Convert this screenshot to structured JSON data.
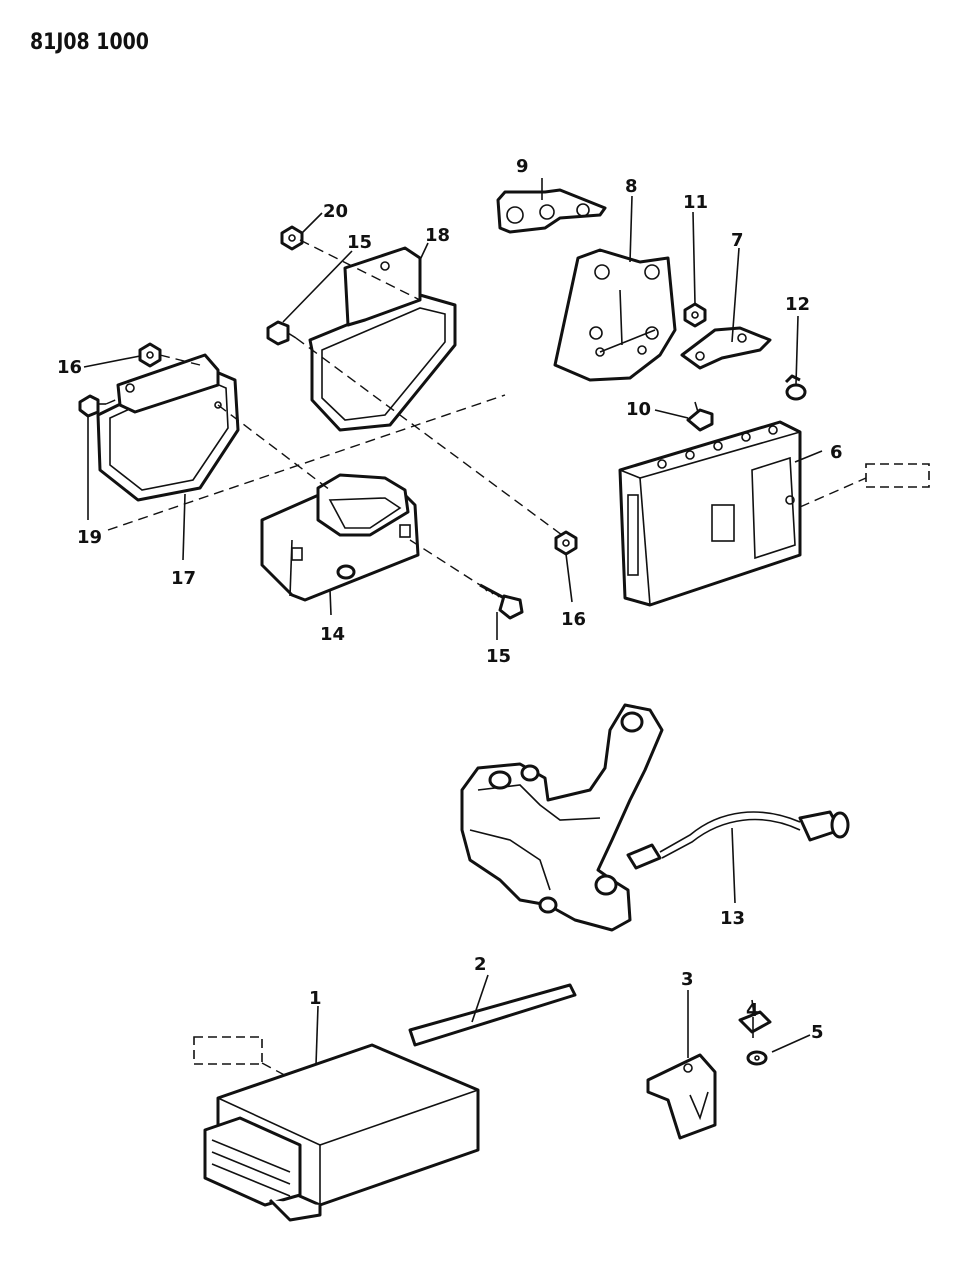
{
  "header": {
    "document_code": "81J08 1000"
  },
  "callouts": [
    {
      "id": "c1",
      "label": "1"
    },
    {
      "id": "c2",
      "label": "2"
    },
    {
      "id": "c3",
      "label": "3"
    },
    {
      "id": "c4",
      "label": "4"
    },
    {
      "id": "c5",
      "label": "5"
    },
    {
      "id": "c6",
      "label": "6"
    },
    {
      "id": "c7",
      "label": "7"
    },
    {
      "id": "c8",
      "label": "8"
    },
    {
      "id": "c9",
      "label": "9"
    },
    {
      "id": "c10",
      "label": "10"
    },
    {
      "id": "c11",
      "label": "11"
    },
    {
      "id": "c12",
      "label": "12"
    },
    {
      "id": "c13",
      "label": "13"
    },
    {
      "id": "c14",
      "label": "14"
    },
    {
      "id": "c15a",
      "label": "15"
    },
    {
      "id": "c15b",
      "label": "15"
    },
    {
      "id": "c16a",
      "label": "16"
    },
    {
      "id": "c16b",
      "label": "16"
    },
    {
      "id": "c17",
      "label": "17"
    },
    {
      "id": "c18",
      "label": "18"
    },
    {
      "id": "c19",
      "label": "19"
    },
    {
      "id": "c20",
      "label": "20"
    }
  ]
}
